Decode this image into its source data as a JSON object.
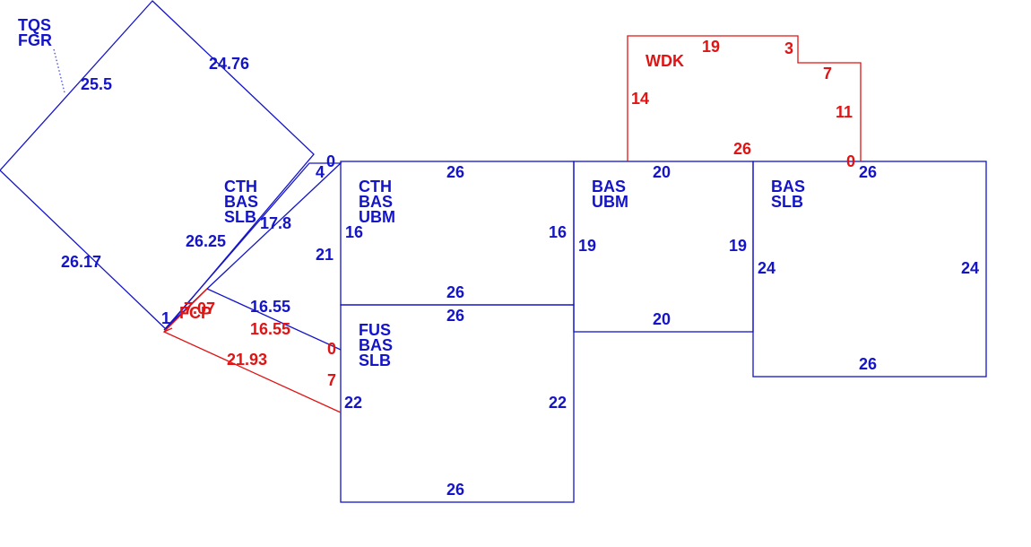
{
  "colors": {
    "primary": "#1414c8",
    "accent": "#e01414"
  },
  "areas": [
    {
      "id": "tqs",
      "label": [
        "TQS",
        "FGR"
      ],
      "sides": [
        "25.5",
        "24.76",
        "26.17"
      ]
    },
    {
      "id": "cth-slb",
      "label": [
        "CTH",
        "BAS",
        "SLB"
      ],
      "sides": [
        "0",
        "4",
        "17.8",
        "26.25",
        "1"
      ]
    },
    {
      "id": "cth-ubm",
      "label": [
        "CTH",
        "BAS",
        "UBM"
      ],
      "sides": [
        "26",
        "16",
        "16",
        "26",
        "21"
      ]
    },
    {
      "id": "fus",
      "label": [
        "FUS",
        "BAS",
        "SLB"
      ],
      "sides": [
        "26",
        "22",
        "22",
        "26"
      ]
    },
    {
      "id": "bas-ubm",
      "label": [
        "BAS",
        "UBM"
      ],
      "sides": [
        "20",
        "19",
        "19",
        "20"
      ]
    },
    {
      "id": "bas-slb",
      "label": [
        "BAS",
        "SLB"
      ],
      "sides": [
        "26",
        "24",
        "24",
        "26"
      ]
    },
    {
      "id": "wdk",
      "label": [
        "WDK"
      ],
      "sides": [
        "19",
        "3",
        "7",
        "14",
        "11",
        "26",
        "0"
      ]
    },
    {
      "id": "fcp",
      "label": [
        "FCP"
      ],
      "sides": [
        "7.07",
        "16.55",
        "21.93",
        "7",
        "0"
      ]
    }
  ],
  "links": {
    "connector": "16.55"
  }
}
